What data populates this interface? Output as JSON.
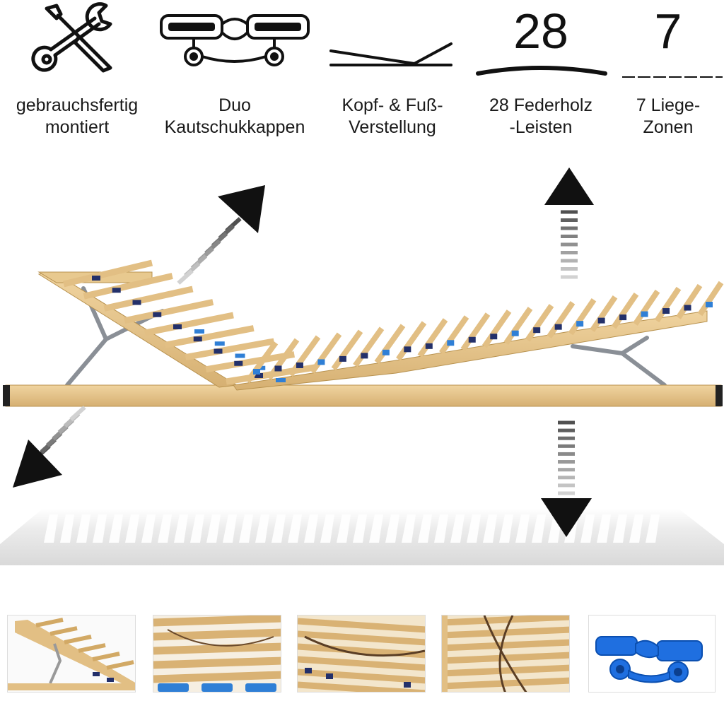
{
  "features": [
    {
      "id": "assembled",
      "icon": "wrench-screwdriver-icon",
      "lines": [
        "gebrauchsfertig",
        "montiert"
      ]
    },
    {
      "id": "caps",
      "icon": "rubber-cap-icon",
      "lines": [
        "Duo",
        "Kautschukkappen"
      ]
    },
    {
      "id": "adjust",
      "icon": "adjustment-lines-icon",
      "lines": [
        "Kopf- & Fuß-",
        "Verstellung"
      ]
    },
    {
      "id": "slats",
      "icon": "curved-slat-icon",
      "number": "28",
      "lines": [
        "28 Federholz",
        "-Leisten"
      ]
    },
    {
      "id": "zones",
      "icon": "zones-dash-icon",
      "number": "7",
      "lines": [
        "7 Liege-",
        "Zonen"
      ]
    }
  ],
  "colors": {
    "wood": "#e2bf84",
    "wood_dark": "#c9a25f",
    "cap_blue": "#2f7fd6",
    "cap_dark": "#23306a",
    "arrow": "#111111",
    "shadow": "#e6e6e6"
  },
  "thumbnails": [
    {
      "name": "side-view"
    },
    {
      "name": "caps-closeup"
    },
    {
      "name": "center-adjust"
    },
    {
      "name": "strap-detail"
    },
    {
      "name": "blue-cap"
    }
  ]
}
